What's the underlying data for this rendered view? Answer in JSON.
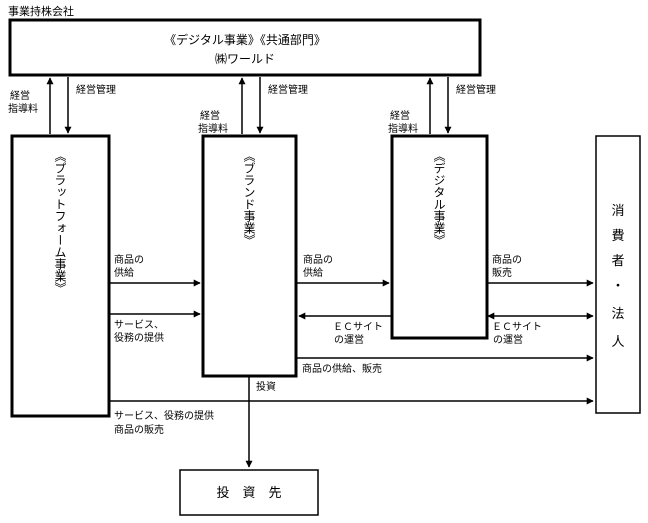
{
  "holding_label": "事業持株会社",
  "holding": {
    "line1": "《デジタル事業》《共通部門》",
    "line2": "㈱ワールド"
  },
  "segments": {
    "platform": "《プラットフォーム事業》",
    "brand": "《ブランド事業》",
    "digital": "《デジタル事業》"
  },
  "consumer_chars": [
    "消",
    "費",
    "者",
    "・",
    "法",
    "人"
  ],
  "investee": "投　資　先",
  "labels": {
    "guidance_fee_1": "経営",
    "guidance_fee_2": "指導料",
    "management": "経営管理",
    "goods_supply_1": "商品の",
    "goods_supply_2": "供給",
    "services_1": "サービス、",
    "services_2": "役務の提供",
    "goods_sales_1": "商品の",
    "goods_sales_2": "販売",
    "ec_ops_1": "ＥＣサイト",
    "ec_ops_2": "の運営",
    "supply_and_sales": "商品の供給、販売",
    "investment": "投資",
    "platform_bottom_1": "サービス、役務の提供",
    "platform_bottom_2": "商品の販売"
  }
}
